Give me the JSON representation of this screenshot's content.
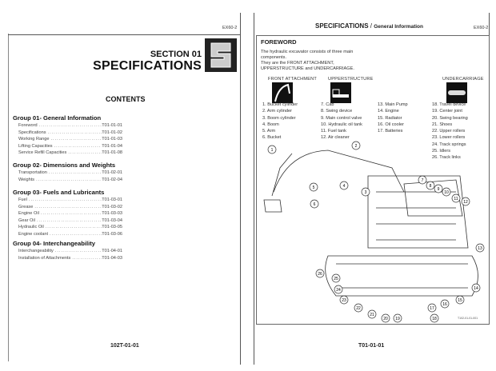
{
  "left_page": {
    "model": "EX60-2",
    "section": "SECTION 01",
    "title": "SPECIFICATIONS",
    "contents_heading": "CONTENTS",
    "groups": [
      {
        "heading": "Group 01- General Information",
        "items": [
          {
            "label": "Foreword",
            "code": "T01-01-01"
          },
          {
            "label": "Specifications",
            "code": "T01-01-02"
          },
          {
            "label": "Working Range",
            "code": "T01-01-03"
          },
          {
            "label": "Lifting Capacities",
            "code": "T01-01-04"
          },
          {
            "label": "Service Refill Capacities",
            "code": "T01-01-08"
          }
        ]
      },
      {
        "heading": "Group 02- Dimensions and Weights",
        "items": [
          {
            "label": "Transportation",
            "code": "T01-02-01"
          },
          {
            "label": "Weights",
            "code": "T01-02-04"
          }
        ]
      },
      {
        "heading": "Group 03- Fuels and Lubricants",
        "items": [
          {
            "label": "Fuel",
            "code": "T01-03-01"
          },
          {
            "label": "Grease",
            "code": "T01-03-02"
          },
          {
            "label": "Engine Oil",
            "code": "T01-03-03"
          },
          {
            "label": "Gear Oil",
            "code": "T01-03-04"
          },
          {
            "label": "Hydraulic Oil",
            "code": "T01-03-05"
          },
          {
            "label": "Engine coolant",
            "code": "T01-03-06"
          }
        ]
      },
      {
        "heading": "Group 04- Interchangeability",
        "items": [
          {
            "label": "Interchangeability",
            "code": "T01-04-01"
          },
          {
            "label": "Installation of Attachments",
            "code": "T01-04-03"
          }
        ]
      }
    ],
    "page_number": "102T-01-01"
  },
  "right_page": {
    "header_title": "SPECIFICATIONS",
    "header_sep": "/",
    "header_sub": "General Information",
    "model": "EX60-2",
    "foreword_heading": "FOREWORD",
    "foreword_lines": [
      "The hydraulic excavator consists of three main",
      "components.",
      "They are the FRONT ATTACHMENT,",
      "UPPERSTRUCTURE and UNDERCARRIAGE."
    ],
    "components": [
      "FRONT ATTACHMENT",
      "UPPERSTRUCTURE",
      "UNDERCARRIAGE"
    ],
    "parts_col1": [
      "1.  Bucket cylinder",
      "2.  Arm cylinder",
      "3.  Boom cylinder",
      "4.  Boom",
      "5.  Arm",
      "6.  Bucket"
    ],
    "parts_col2": [
      "7.  Cab",
      "8.  Swing device",
      "9.  Main control valve",
      "10. Hydraulic oil tank",
      "11. Fuel tank",
      "12. Air cleaner"
    ],
    "parts_col3": [
      "13. Main Pump",
      "14. Engine",
      "15. Radiator",
      "16. Oil cooler",
      "17. Batteries"
    ],
    "parts_col4": [
      "18. Travel device",
      "19. Center joint",
      "20. Swing bearing",
      "21. Shoes",
      "22. Upper rollers",
      "23. Lower rollers",
      "24. Track springs",
      "25. Idlers",
      "26. Track links"
    ],
    "callouts": [
      "1",
      "2",
      "3",
      "4",
      "5",
      "6",
      "7",
      "8",
      "9",
      "10",
      "11",
      "12",
      "13",
      "14",
      "15",
      "16",
      "17",
      "18",
      "19",
      "20",
      "21",
      "22",
      "23",
      "24",
      "25",
      "26"
    ],
    "figure_code": "T102-01-01-001",
    "page_number": "T01-01-01"
  }
}
